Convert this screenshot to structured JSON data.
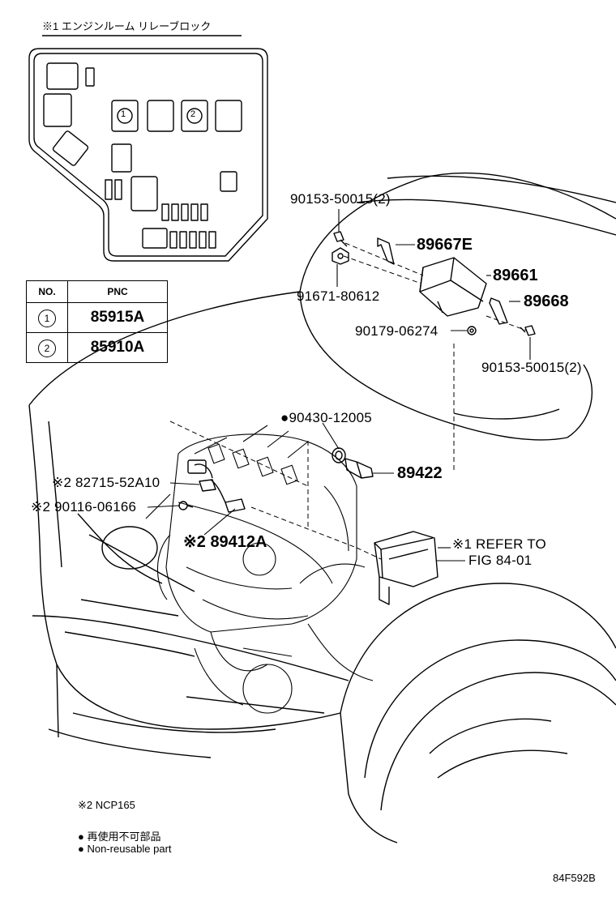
{
  "relay_block": {
    "title": "※1  エンジンルーム  リレーブロック",
    "slot1": "1",
    "slot2": "2"
  },
  "pnc_table": {
    "headers": [
      "NO.",
      "PNC"
    ],
    "rows": [
      {
        "no": "1",
        "pnc": "85915A"
      },
      {
        "no": "2",
        "pnc": "85910A"
      }
    ]
  },
  "callouts": {
    "p1": "90153-50015(2)",
    "p2": "89667E",
    "p3": "89661",
    "p4": "91671-80612",
    "p5": "89668",
    "p6": "90179-06274",
    "p7": "90153-50015(2)",
    "p8": "●90430-12005",
    "p9": "89422",
    "p10": "※2 82715-52A10",
    "p11": "※2 90116-06166",
    "p12": "※2 89412A",
    "p13a": "※1 REFER TO",
    "p13b": "FIG 84-01"
  },
  "notes": {
    "ncp": "※2 NCP165",
    "jp": "● 再使用不可部品",
    "en": "● Non-reusable part"
  },
  "figure_id": "84F592B"
}
